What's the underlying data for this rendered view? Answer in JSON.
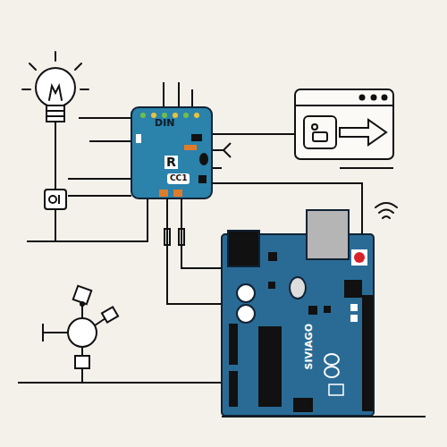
{
  "diagram": {
    "nodes": [
      {
        "text": [
          "DIN",
          "R",
          "CC1"
        ]
      },
      {
        "text": [
          "SIVIAGO"
        ]
      }
    ],
    "edges": [
      {
        "from": 0,
        "to": 1,
        "arrow": "none"
      },
      {
        "from": 0,
        "to": 1,
        "arrow": "none"
      },
      {
        "from": 0,
        "to": 1,
        "arrow": "none"
      }
    ]
  }
}
